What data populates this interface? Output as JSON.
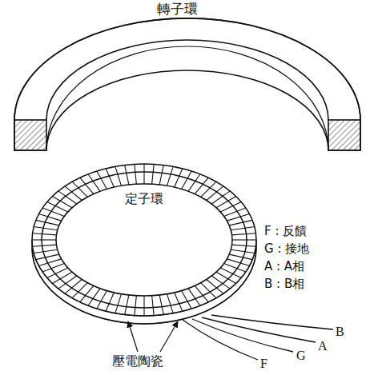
{
  "diagram": {
    "labels": [
      "轉子環",
      "定子環",
      "F : 反饋",
      "G : 接地",
      "A : A相",
      "B : B相",
      "壓電陶瓷",
      "F",
      "G",
      "A",
      "B"
    ]
  }
}
